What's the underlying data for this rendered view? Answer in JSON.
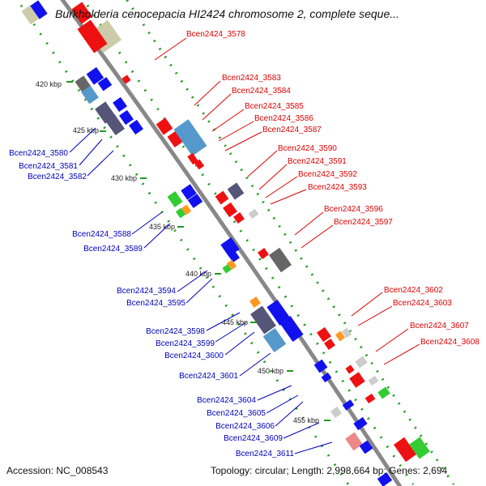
{
  "title": "Burkholderia cenocepacia HI2424 chromosome 2, complete seque...",
  "footer": {
    "accession": "Accession: NC_008543",
    "topology": "Topology: circular; Length: 2,998,664 bp; Genes: 2,694"
  },
  "colors": {
    "backbone": "#888888",
    "ticks": "#229922",
    "forward_label": "#dd0000",
    "reverse_label": "#0000bb",
    "cds_red": "#ee1111",
    "cds_blue": "#1111ee",
    "trna_green": "#33cc33",
    "steel": "#5599cc",
    "slate": "#555577",
    "dark_gray": "#666666",
    "light_gray": "#cccccc",
    "olive": "#ccccaa",
    "orange": "#ff9922",
    "pink": "#ee8888"
  },
  "scale_labels": [
    "420 kbp",
    "425 kbp",
    "430 kbp",
    "435 kbp",
    "440 kbp",
    "445 kbp",
    "450 kbp",
    "455 kbp"
  ],
  "forward_gene_labels": [
    "Bcen2424_3578",
    "Bcen2424_3583",
    "Bcen2424_3584",
    "Bcen2424_3585",
    "Bcen2424_3586",
    "Bcen2424_3587",
    "Bcen2424_3590",
    "Bcen2424_3591",
    "Bcen2424_3592",
    "Bcen2424_3593",
    "Bcen2424_3596",
    "Bcen2424_3597",
    "Bcen2424_3602",
    "Bcen2424_3603",
    "Bcen2424_3607",
    "Bcen2424_3608"
  ],
  "reverse_gene_labels": [
    "Bcen2424_3580",
    "Bcen2424_3581",
    "Bcen2424_3582",
    "Bcen2424_3588",
    "Bcen2424_3589",
    "Bcen2424_3594",
    "Bcen2424_3595",
    "Bcen2424_3598",
    "Bcen2424_3599",
    "Bcen2424_3600",
    "Bcen2424_3601",
    "Bcen2424_3604",
    "Bcen2424_3605",
    "Bcen2424_3606",
    "Bcen2424_3609",
    "Bcen2424_3611"
  ]
}
